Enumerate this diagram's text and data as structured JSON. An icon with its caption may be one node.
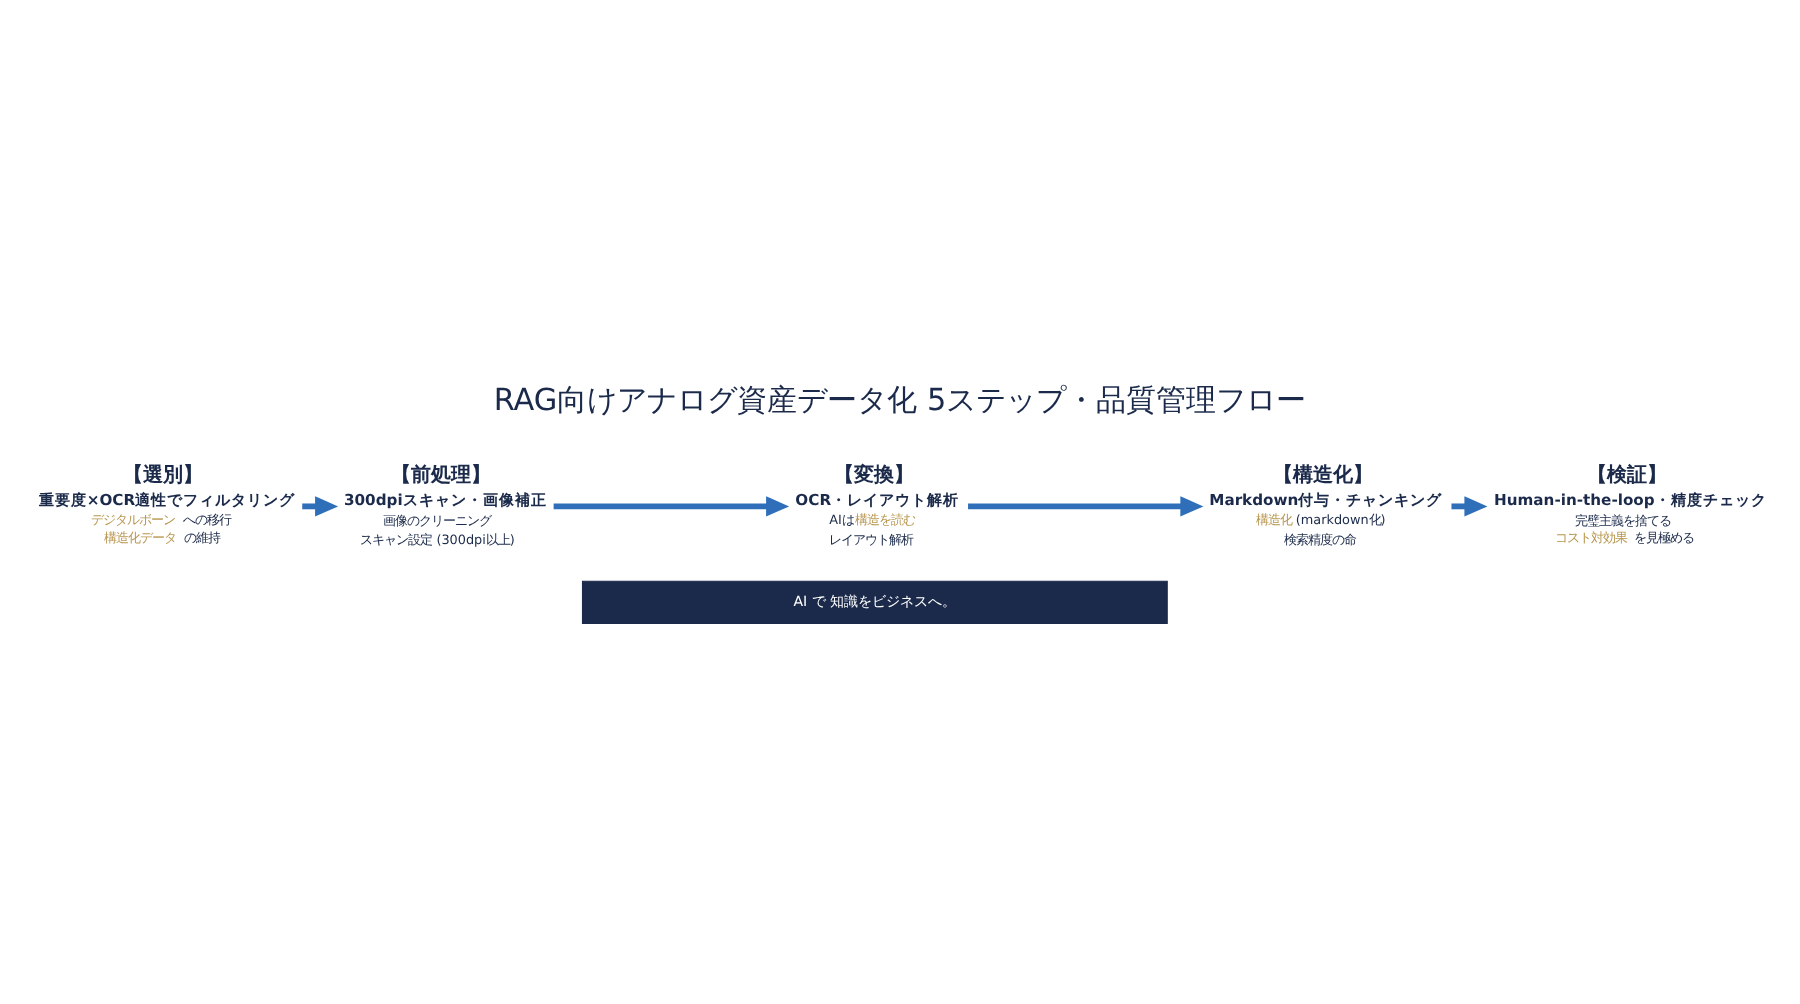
{
  "diagram": {
    "title": "RAG向けアナログ資産データ化 5ステップ・品質管理フロー",
    "nodes": [
      {
        "text": [
          "【選別】",
          "重要度×OCR適性でフィルタリング",
          "**デジタルボーン**への移行",
          "**構造化データ**の維持"
        ]
      },
      {
        "text": [
          "【前処理】",
          "300dpiスキャン・画像補正",
          "画像のクリーニング",
          "スキャン設定 (300dpi以上)"
        ]
      },
      {
        "text": [
          "【変換】",
          "OCR・レイアウト解析",
          "AIは**構造を読む**",
          "レイアウト解析"
        ]
      },
      {
        "text": [
          "【構造化】",
          "Markdown付与・チャンキング",
          "**構造化** (markdown化)",
          "検索精度の命"
        ]
      },
      {
        "text": [
          "【検証】",
          "Human-in-the-loop・精度チェック",
          "完璧主義を捨てる",
          "**コスト対効果**を見極める"
        ]
      }
    ],
    "edges": [
      {
        "from": 0,
        "to": 1,
        "arrow": "to"
      },
      {
        "from": 1,
        "to": 2,
        "arrow": "to"
      },
      {
        "from": 2,
        "to": 3,
        "arrow": "to"
      },
      {
        "from": 3,
        "to": 4,
        "arrow": "to"
      }
    ],
    "labels": [
      "AI で 知識をビジネスへ。"
    ]
  }
}
